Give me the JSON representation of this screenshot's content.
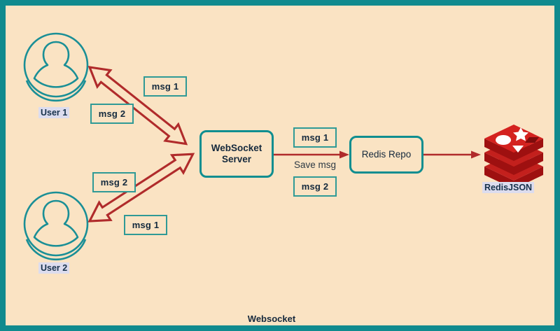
{
  "diagram": {
    "title": "Websocket",
    "frame_color": "#108a8e",
    "background_color": "#FAE3C3",
    "arrow_color": "#b02b2b",
    "node_border_color": "#0f8e90"
  },
  "users": [
    {
      "id": "user-1",
      "label": "User 1",
      "icon": "user-avatar-icon"
    },
    {
      "id": "user-2",
      "label": "User 2",
      "icon": "user-avatar-icon"
    }
  ],
  "nodes": {
    "websocket_server": {
      "line1": "WebSocket",
      "line2": "Server"
    },
    "redis_repo": {
      "label": "Redis Repo"
    },
    "redis_json": {
      "label": "RedisJSON",
      "icon": "redis-stack-logo"
    }
  },
  "messages": {
    "user1_top": "msg 1",
    "user1_bottom": "msg 2",
    "user2_top": "msg 2",
    "user2_bottom": "msg 1",
    "server_top": "msg 1",
    "server_bottom": "msg 2"
  },
  "edges": {
    "save_msg_label": "Save msg"
  }
}
